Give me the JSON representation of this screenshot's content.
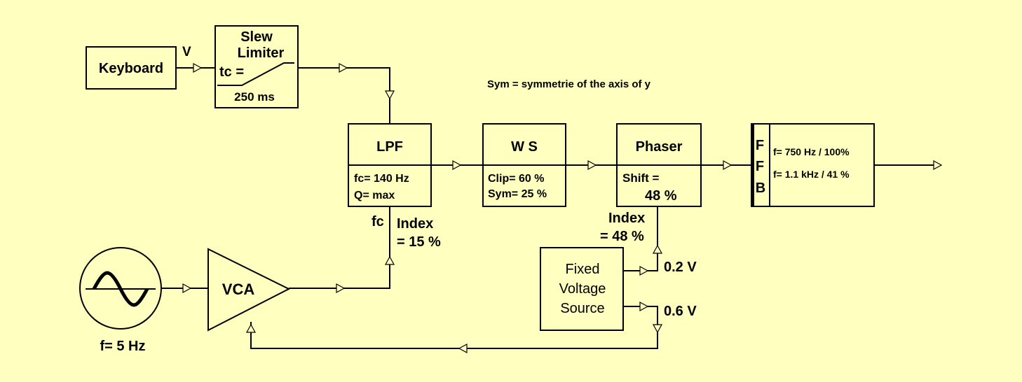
{
  "note": "Sym = symmetrie of the axis of y",
  "keyboard": {
    "label": "Keyboard",
    "output": "V"
  },
  "slew_limiter": {
    "title_line1": "Slew",
    "title_line2": "Limiter",
    "param": "tc =",
    "value": "250 ms"
  },
  "lpf": {
    "title": "LPF",
    "line1": "fc= 140 Hz",
    "line2": "Q=  max",
    "mod_input": "fc",
    "index_line1": "Index",
    "index_line2": "= 15 %"
  },
  "ws": {
    "title": "W S",
    "line1": "Clip= 60 %",
    "line2": "Sym= 25 %"
  },
  "phaser": {
    "title": "Phaser",
    "line1": "Shift =",
    "line2": "48 %",
    "index_line1": "Index",
    "index_line2": "= 48 %"
  },
  "ffb": {
    "letters": [
      "F",
      "F",
      "B"
    ],
    "line1": "f= 750 Hz / 100%",
    "line2": "f= 1.1 kHz / 41 %"
  },
  "lfo": {
    "freq": "f= 5 Hz"
  },
  "vca": {
    "label": "VCA"
  },
  "fixed_voltage_source": {
    "line1": "Fixed",
    "line2": "Voltage",
    "line3": "Source",
    "out1": "0.2 V",
    "out2": "0.6 V"
  }
}
